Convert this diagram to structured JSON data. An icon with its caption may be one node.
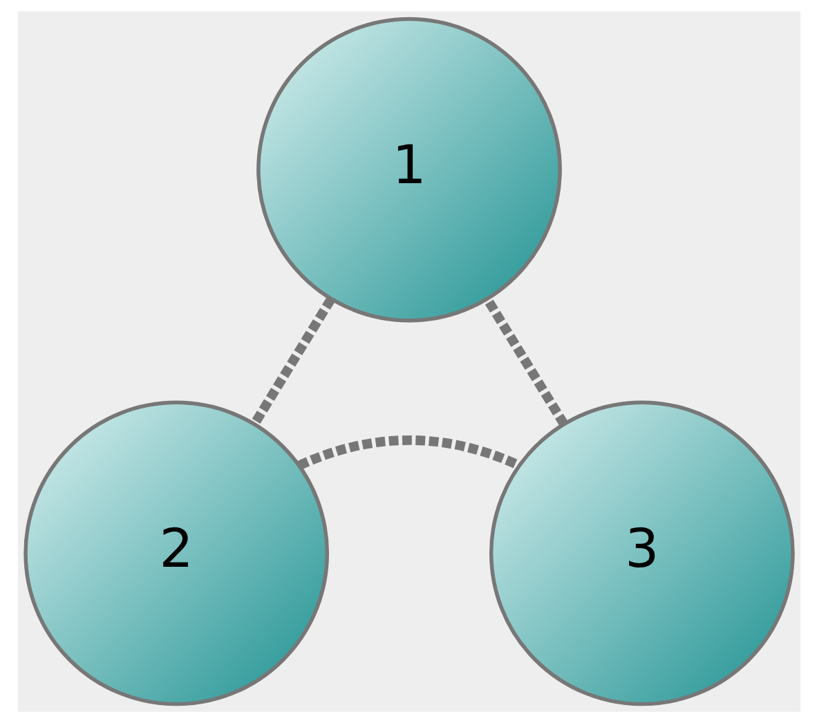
{
  "diagram": {
    "nodes": [
      {
        "text": [
          "1"
        ]
      },
      {
        "text": [
          "2"
        ]
      },
      {
        "text": [
          "3"
        ]
      }
    ],
    "edges": [
      {
        "from": 0,
        "to": 1,
        "arrow": "none",
        "style": "dashed"
      },
      {
        "from": 1,
        "to": 2,
        "arrow": "none",
        "style": "dashed"
      },
      {
        "from": 2,
        "to": 0,
        "arrow": "none",
        "style": "dashed"
      }
    ]
  }
}
